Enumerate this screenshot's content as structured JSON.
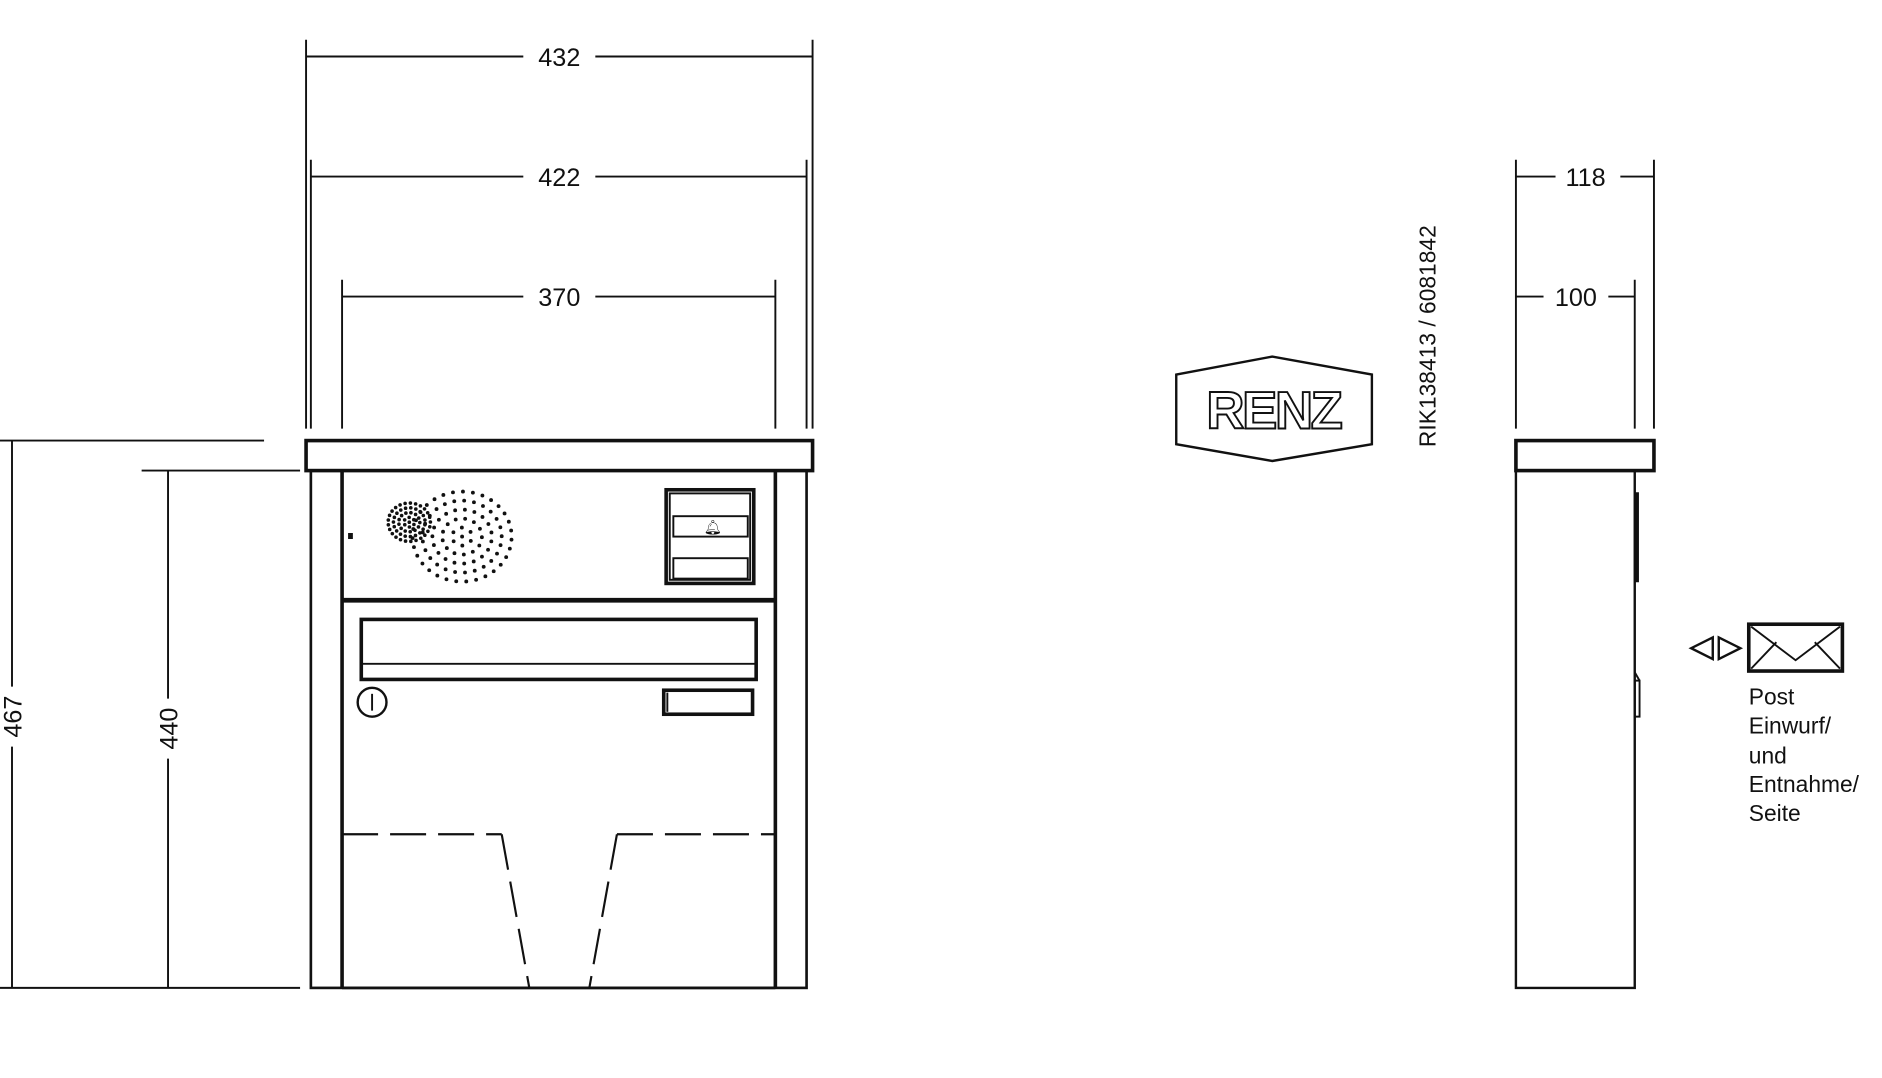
{
  "front_view": {
    "dimensions": {
      "overall_width": "432",
      "body_width": "422",
      "inner_width": "370",
      "overall_height": "467",
      "body_height": "440"
    }
  },
  "logo": {
    "text": "RENZ"
  },
  "article_number": "RIK138413 / 6081842",
  "side_view": {
    "dimensions": {
      "overall_depth": "118",
      "body_depth": "100"
    },
    "legend": {
      "icon": "envelope-icon",
      "lines": [
        "Post",
        "Einwurf/",
        "und",
        "Entnahme/",
        "Seite"
      ]
    }
  },
  "colors": {
    "line": "#111111",
    "background": "#ffffff"
  }
}
